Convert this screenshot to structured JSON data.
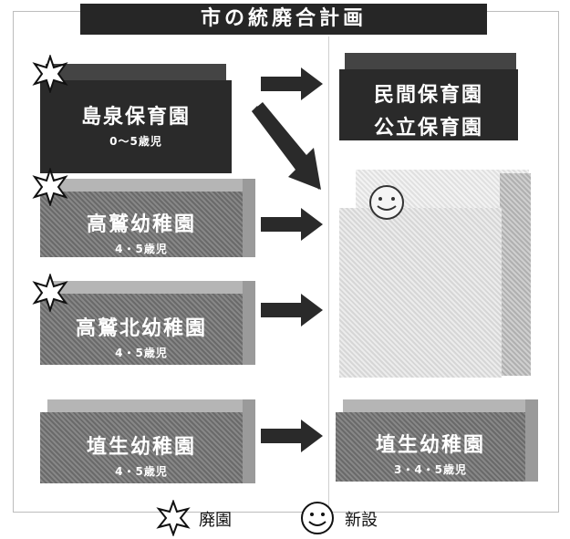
{
  "title": "市の統廃合計画",
  "left": {
    "shimaizumi": {
      "name": "島泉保育園",
      "ages": "0～5歳児"
    },
    "takawashi": {
      "name": "高鷲幼稚園",
      "ages": "4・5歳児"
    },
    "takawashi_kita": {
      "name": "高鷲北幼稚園",
      "ages": "4・5歳児"
    },
    "hanyu": {
      "name": "埴生幼稚園",
      "ages": "4・5歳児"
    }
  },
  "right": {
    "private_public": {
      "line1": "民間保育園",
      "line2": "公立保育園"
    },
    "hanyu_new": {
      "name": "埴生幼稚園",
      "ages": "3・4・5歳児"
    }
  },
  "legend": {
    "closed": "廃園",
    "new": "新設"
  }
}
